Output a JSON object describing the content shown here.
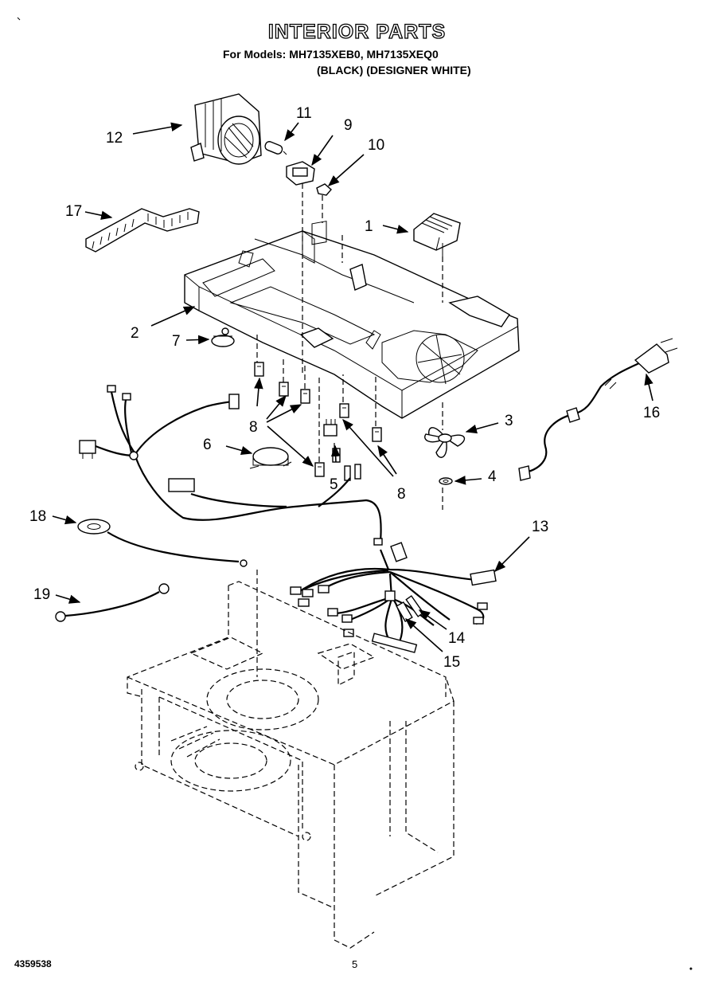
{
  "header": {
    "title": "INTERIOR PARTS",
    "models_line": "For Models: MH7135XEB0, MH7135XEQ0",
    "colors_line": "(BLACK) (DESIGNER WHITE)"
  },
  "footer": {
    "doc_number": "4359538",
    "page_number": "5"
  },
  "callouts": {
    "c1": "1",
    "c2": "2",
    "c3": "3",
    "c4": "4",
    "c5": "5",
    "c6": "6",
    "c7": "7",
    "c8a": "8",
    "c8b": "8",
    "c9": "9",
    "c10": "10",
    "c11": "11",
    "c12": "12",
    "c13": "13",
    "c14": "14",
    "c15": "15",
    "c16": "16",
    "c17": "17",
    "c18": "18",
    "c19": "19"
  }
}
